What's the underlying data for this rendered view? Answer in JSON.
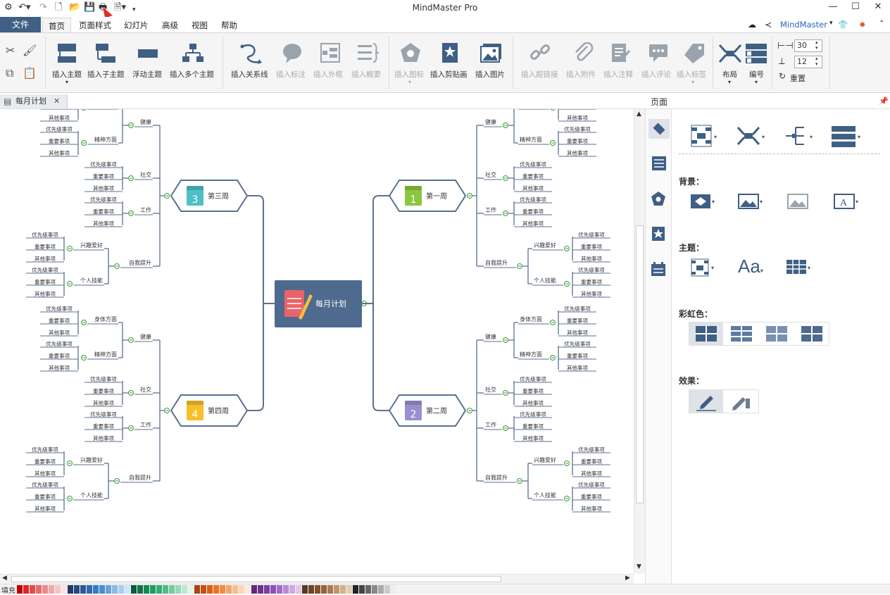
{
  "app_title": "MindMaster Pro",
  "menu": {
    "file": "文件",
    "tabs": [
      "首页",
      "页面样式",
      "幻灯片",
      "高级",
      "视图",
      "帮助"
    ],
    "account": "MindMaster"
  },
  "ribbon": {
    "insert_topic": "插入主题",
    "insert_subtopic": "插入子主题",
    "floating_topic": "浮动主题",
    "insert_multiple": "插入多个主题",
    "insert_relation": "插入关系线",
    "insert_callout": "插入标注",
    "insert_boundary": "插入外框",
    "insert_summary": "插入概要",
    "insert_icon": "插入图标",
    "insert_clipart": "插入剪贴画",
    "insert_image": "插入图片",
    "insert_hyperlink": "插入超链接",
    "insert_attachment": "插入附件",
    "insert_note": "插入注释",
    "insert_comment": "插入评论",
    "insert_tag": "插入标签",
    "layout": "布局",
    "numbering": "编号",
    "spacing_h": "30",
    "spacing_v": "12",
    "reset": "重置"
  },
  "doc_tab": "每月计划",
  "panel": {
    "title": "页面",
    "background": "背景：",
    "theme": "主题：",
    "rainbow": "彩虹色：",
    "effect": "效果："
  },
  "fill_label": "填充",
  "mindmap": {
    "center": "每月计划",
    "weeks": [
      {
        "num": "1",
        "label": "第一周",
        "color": "#8dc63f"
      },
      {
        "num": "2",
        "label": "第二周",
        "color": "#9b8fd0"
      },
      {
        "num": "3",
        "label": "第三周",
        "color": "#4fbfc6"
      },
      {
        "num": "4",
        "label": "第四周",
        "color": "#f5c02a"
      }
    ],
    "l2": [
      "健康",
      "社交",
      "工作",
      "自我提升"
    ],
    "l3": [
      "身体方面",
      "精神方面",
      "兴趣爱好",
      "个人技能"
    ],
    "leaves": [
      "优先级事项",
      "重要事项",
      "其他事项"
    ]
  },
  "colors": {
    "accent": "#3f5f84",
    "center_fill": "#4e6a8e",
    "line": "#5a7090"
  }
}
